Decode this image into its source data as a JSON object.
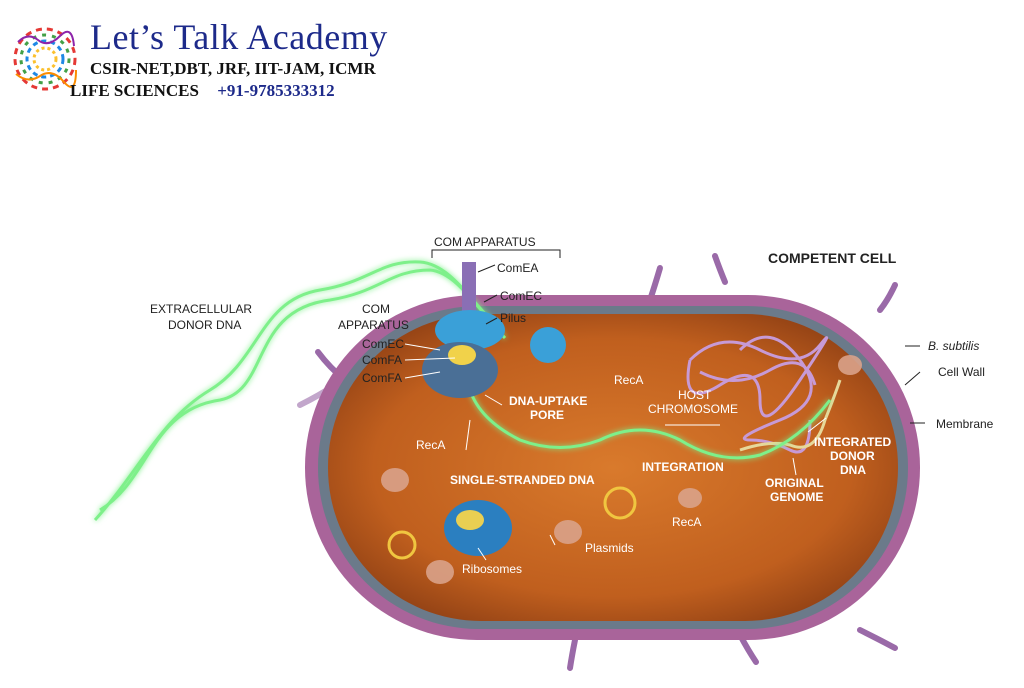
{
  "brand": {
    "title": "Let’s Talk Academy",
    "subtitle": "CSIR-NET,DBT, JRF, IIT-JAM, ICMR",
    "line3_label": "LIFE SCIENCES",
    "phone": "+91-9785333312"
  },
  "labels": {
    "com_apparatus_top": "COM APPARATUS",
    "competent_cell": "COMPETENT CELL",
    "extracellular_1": "EXTRACELLULAR",
    "extracellular_2": "DONOR DNA",
    "com_app_1": "COM",
    "com_app_2": "APPARATUS",
    "comea": "ComEA",
    "comec_top": "ComEC",
    "pilus": "Pilus",
    "comec_left": "ComEC",
    "comfa_1": "ComFA",
    "comfa_2": "ComFA",
    "reca_1": "RecA",
    "reca_2": "RecA",
    "reca_3": "RecA",
    "pore_1": "DNA-UPTAKE",
    "pore_2": "PORE",
    "host_1": "HOST",
    "host_2": "CHROMOSOME",
    "b_subtilis": "B. subtilis",
    "cell_wall": "Cell Wall",
    "membrane": "Membrane",
    "integrated_1": "INTEGRATED",
    "integrated_2": "DONOR",
    "integrated_3": "DNA",
    "integration": "INTEGRATION",
    "ssdna": "SINGLE-STRANDED DNA",
    "original_1": "ORIGINAL",
    "original_2": "GENOME",
    "plasmids": "Plasmids",
    "ribosomes": "Ribosomes"
  },
  "colors": {
    "cytoplasm": "#c9651f",
    "membrane": "#7a5a8a",
    "wall": "#a9649a",
    "dna": "#7ef08a",
    "brand_blue": "#1d2a8a"
  }
}
